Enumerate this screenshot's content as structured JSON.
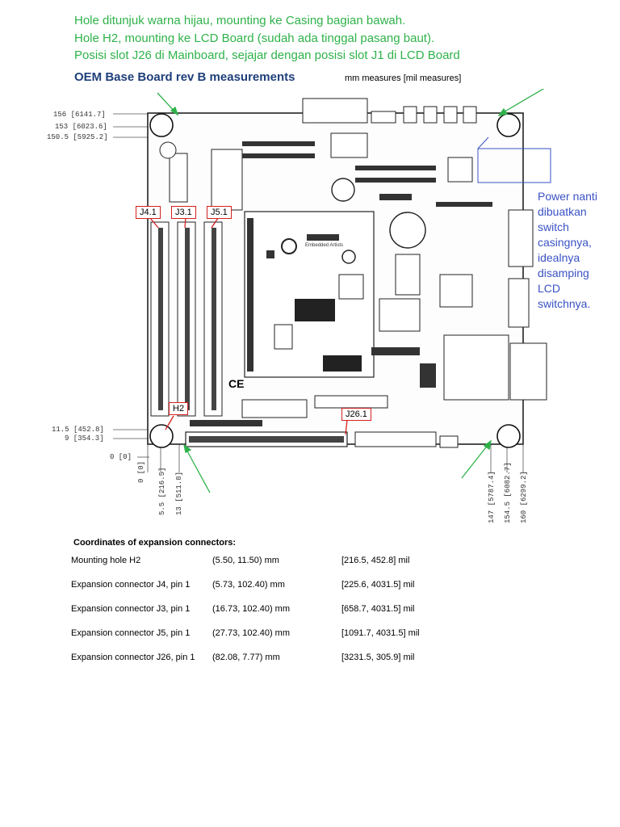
{
  "notes": {
    "line1": "Hole ditunjuk warna hijau, mounting ke Casing bagian bawah.",
    "line2": "Hole H2, mounting ke LCD Board (sudah ada tinggal pasang baut).",
    "line3": "Posisi slot J26 di Mainboard, sejajar dengan posisi slot J1 di LCD Board"
  },
  "title": "OEM Base Board rev B measurements",
  "units_note": "mm measures [mil measures]",
  "dims_left": [
    "156 [6141.7]",
    "153 [6023.6]",
    "150.5 [5925.2]",
    "11.5 [452.8]",
    "9 [354.3]",
    "0 [0]"
  ],
  "dims_bottom": [
    "0 [0]",
    "5.5 [216.5]",
    "13 [511.8]",
    "147 [5787.4]",
    "154.5 [6082.7]",
    "160 [6299.2]"
  ],
  "connector_labels": {
    "j4": "J4.1",
    "j3": "J3.1",
    "j5": "J5.1",
    "h2": "H2",
    "j26": "J26.1"
  },
  "board_text": {
    "brand": "Embedded Artists",
    "ce": "CE"
  },
  "power_note": [
    "Power nanti",
    "dibuatkan",
    "switch",
    "casingnya,",
    "idealnya",
    "disamping",
    "LCD",
    "switchnya."
  ],
  "coords": {
    "title": "Coordinates of expansion connectors:",
    "rows": [
      {
        "name": "Mounting hole H2",
        "mm": "(5.50, 11.50) mm",
        "mil": "[216.5, 452.8] mil"
      },
      {
        "name": "Expansion connector J4, pin 1",
        "mm": "(5.73, 102.40) mm",
        "mil": "[225.6, 4031.5] mil"
      },
      {
        "name": "Expansion connector J3, pin 1",
        "mm": "(16.73, 102.40) mm",
        "mil": "[658.7, 4031.5] mil"
      },
      {
        "name": "Expansion connector J5, pin 1",
        "mm": "(27.73, 102.40) mm",
        "mil": "[1091.7, 4031.5] mil"
      },
      {
        "name": "Expansion connector J26, pin 1",
        "mm": "(82.08, 7.77) mm",
        "mil": "[3231.5, 305.9] mil"
      }
    ]
  },
  "colors": {
    "green": "#2fb24a",
    "blue": "#3a52c4",
    "red": "#d42020",
    "title": "#1f3f7a"
  }
}
